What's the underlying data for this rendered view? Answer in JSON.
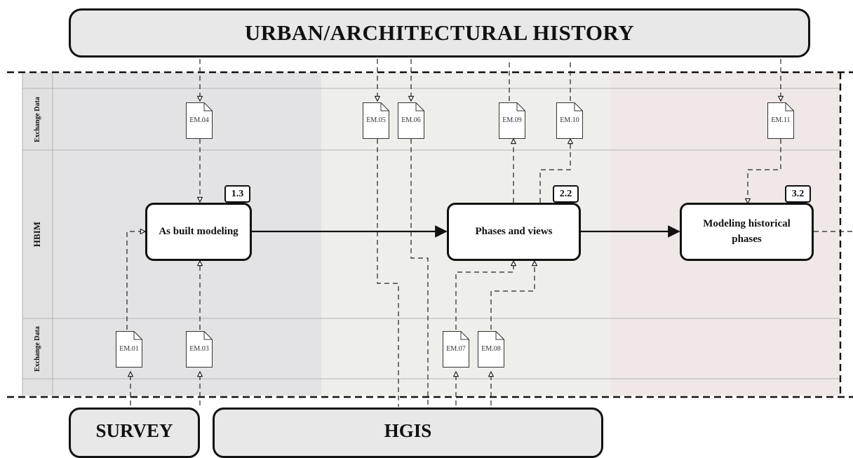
{
  "header": {
    "title": "URBAN/ARCHITECTURAL HISTORY"
  },
  "footer": {
    "survey": "SURVEY",
    "hgis": "HGIS"
  },
  "lanes": {
    "exchange_top": "Exchange Data",
    "hbim": "HBIM",
    "exchange_bottom": "Exchange Data"
  },
  "processes": [
    {
      "id": "1.3",
      "label": "As built modeling"
    },
    {
      "id": "2.2",
      "label": "Phases and views"
    },
    {
      "id": "3.2",
      "label": "Modeling historical phases"
    }
  ],
  "exchange_models": {
    "top": [
      "EM.04",
      "EM.05",
      "EM.06",
      "EM.09",
      "EM.10",
      "EM.11"
    ],
    "bottom": [
      "EM.01",
      "EM.03",
      "EM.07",
      "EM.08"
    ]
  },
  "colors": {
    "phase1_bg": "#e3e3e5",
    "phase2_bg": "#eeeeeb",
    "phase3_bg": "#f0e8e6",
    "lane_header_bg": "#e1e1e1",
    "box_fill": "#e8e8e8",
    "line": "#111111"
  }
}
